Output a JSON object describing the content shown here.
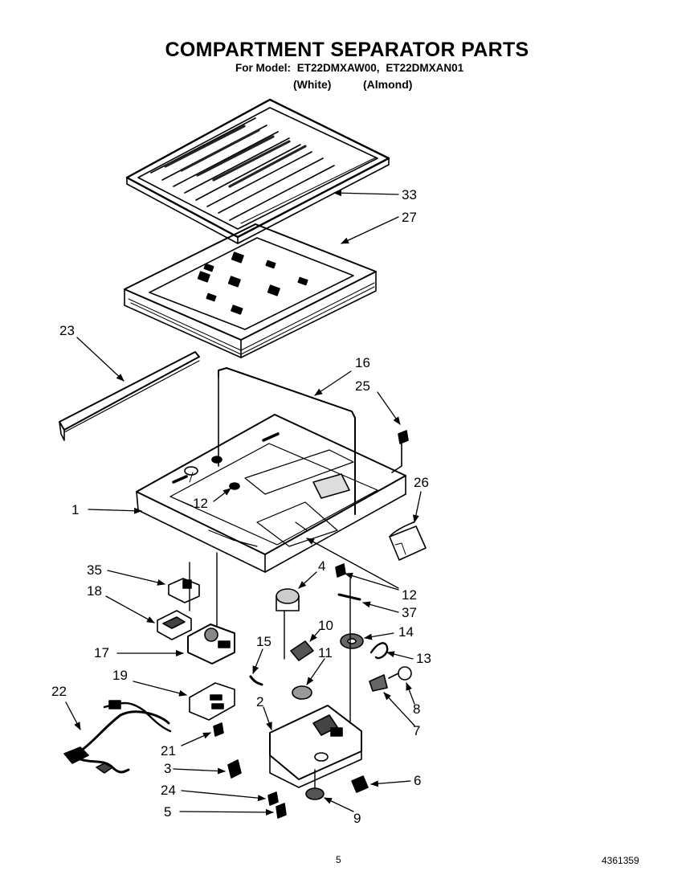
{
  "header": {
    "title": "COMPARTMENT SEPARATOR PARTS",
    "model_prefix": "For Model:",
    "models": [
      "ET22DMXAW00,",
      "ET22DMXAN01"
    ],
    "finishes": [
      "(White)",
      "(Almond)"
    ]
  },
  "callouts": [
    "33",
    "27",
    "23",
    "16",
    "25",
    "12",
    "1",
    "26",
    "4",
    "12",
    "35",
    "18",
    "37",
    "10",
    "14",
    "17",
    "15",
    "11",
    "13",
    "19",
    "22",
    "2",
    "8",
    "7",
    "21",
    "3",
    "6",
    "24",
    "5",
    "9"
  ],
  "footer": {
    "page_number": "5",
    "doc_number": "4361359"
  }
}
